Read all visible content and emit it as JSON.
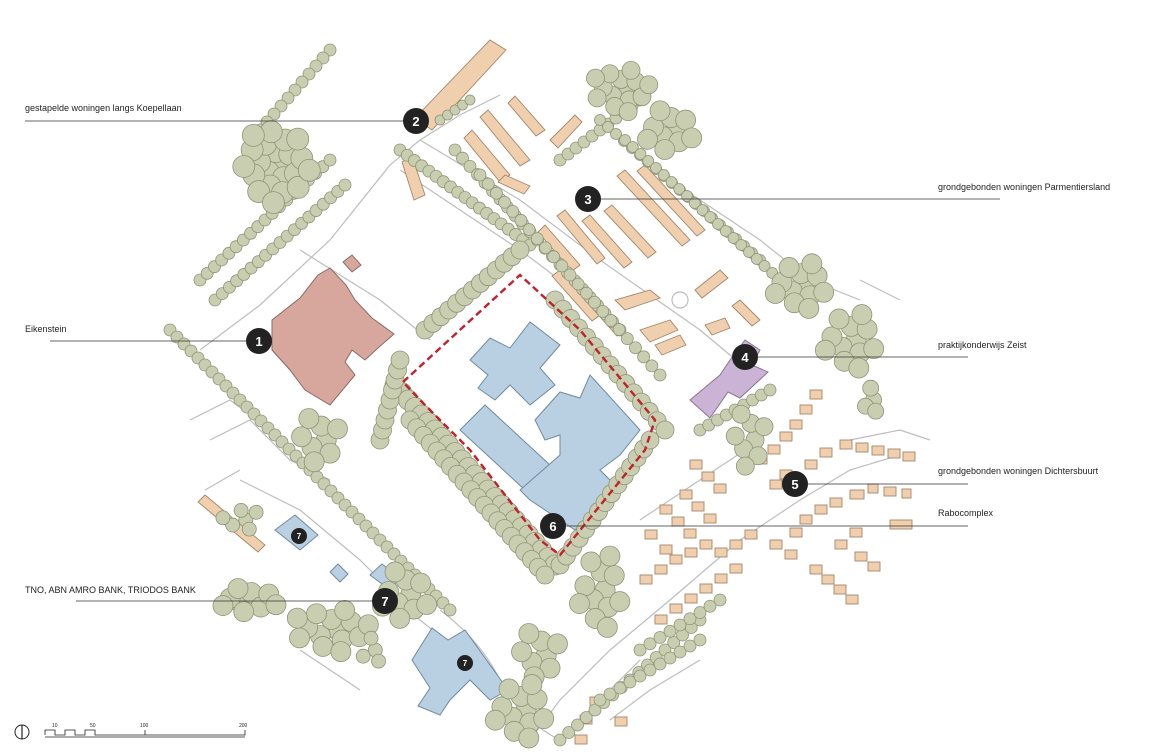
{
  "labels": {
    "koepellaan": "gestapelde woningen langs Koepellaan",
    "eikenstein": "Eikenstein",
    "tno": "TNO, ABN AMRO BANK, TRIODOS BANK",
    "parmentiersland": "grondgebonden woningen Parmentiersland",
    "praktijk": "praktijkonderwijs Zeist",
    "dichtersbuurt": "grondgebonden woningen Dichtersbuurt",
    "rabocomplex": "Rabocomplex"
  },
  "markers": [
    "1",
    "2",
    "3",
    "4",
    "5",
    "6",
    "7",
    "7",
    "7"
  ],
  "scale": {
    "t10": "10",
    "t50": "50",
    "t100": "100",
    "t200": "200"
  },
  "colors": {
    "tree_fill": "#c9ceb0",
    "tree_stroke": "#8f9478",
    "housing": "#efcfae",
    "eikenstein": "#d7a79e",
    "office_blue": "#b9d0e3",
    "school_purple": "#cbb3d6",
    "boundary_red": "#c0212b",
    "marker_bg": "#222222"
  }
}
